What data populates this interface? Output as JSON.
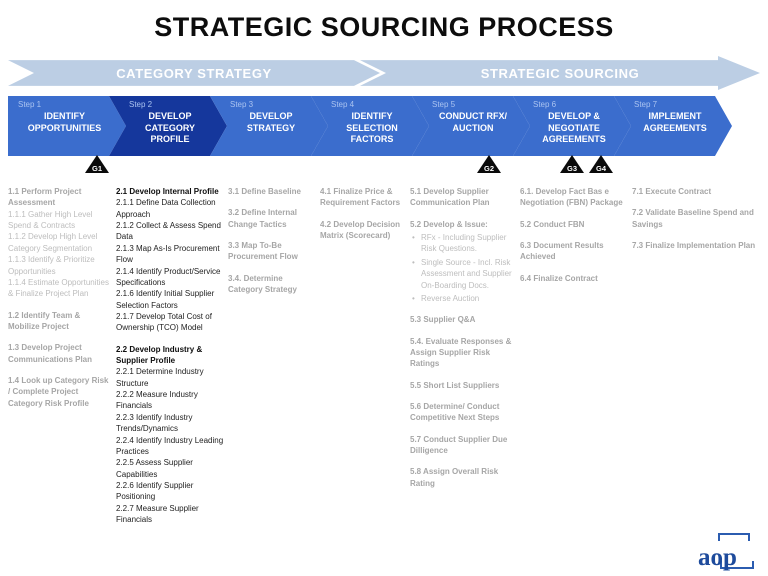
{
  "title": "STRATEGIC SOURCING PROCESS",
  "phases": [
    {
      "label": "CATEGORY STRATEGY"
    },
    {
      "label": "STRATEGIC SOURCING"
    }
  ],
  "steps": [
    {
      "step": "Step 1",
      "label": "IDENTIFY OPPORTUNITIES",
      "active": false
    },
    {
      "step": "Step 2",
      "label": "DEVELOP CATEGORY PROFILE",
      "active": true
    },
    {
      "step": "Step 3",
      "label": "DEVELOP STRATEGY",
      "active": false
    },
    {
      "step": "Step 4",
      "label": "IDENTIFY SELECTION FACTORS",
      "active": false
    },
    {
      "step": "Step 5",
      "label": "CONDUCT RFX/ AUCTION",
      "active": false
    },
    {
      "step": "Step 6",
      "label": "DEVELOP & NEGOTIATE AGREEMENTS",
      "active": false
    },
    {
      "step": "Step 7",
      "label": "IMPLEMENT AGREEMENTS",
      "active": false
    }
  ],
  "gates": [
    {
      "label": "G1"
    },
    {
      "label": "G2"
    },
    {
      "label": "G3"
    },
    {
      "label": "G4"
    }
  ],
  "columns": [
    {
      "dark": false,
      "items": [
        {
          "style": "head",
          "text": "1.1 Perform Project Assessment"
        },
        {
          "style": "sub",
          "text": "1.1.1 Gather High Level Spend & Contracts"
        },
        {
          "style": "sub",
          "text": "1.1.2 Develop High Level Category Segmentation"
        },
        {
          "style": "sub",
          "text": "1.1.3 Identify & Prioritize Opportunities"
        },
        {
          "style": "sub",
          "text": "1.1.4 Estimate Opportunities & Finalize Project Plan"
        },
        {
          "style": "head",
          "text": "1.2 Identify Team & Mobilize Project"
        },
        {
          "style": "head",
          "text": "1.3 Develop Project Communications Plan"
        },
        {
          "style": "head",
          "text": "1.4 Look up Category Risk / Complete Project Category Risk Profile"
        }
      ]
    },
    {
      "dark": true,
      "items": [
        {
          "style": "head",
          "text": "2.1 Develop Internal Profile"
        },
        {
          "style": "sub",
          "text": "2.1.1 Define Data Collection Approach"
        },
        {
          "style": "sub",
          "text": "2.1.2 Collect & Assess Spend Data"
        },
        {
          "style": "sub",
          "text": "2.1.3 Map As-Is Procurement Flow"
        },
        {
          "style": "sub",
          "text": "2.1.4 Identify Product/Service Specifications"
        },
        {
          "style": "sub",
          "text": "2.1.6 Identify Initial Supplier Selection Factors"
        },
        {
          "style": "sub",
          "text": "2.1.7 Develop Total Cost of Ownership (TCO) Model"
        },
        {
          "style": "head",
          "text": "2.2 Develop Industry & Supplier Profile"
        },
        {
          "style": "sub",
          "text": "2.2.1 Determine Industry Structure"
        },
        {
          "style": "sub",
          "text": "2.2.2 Measure Industry Financials"
        },
        {
          "style": "sub",
          "text": "2.2.3 Identify Industry Trends/Dynamics"
        },
        {
          "style": "sub",
          "text": "2.2.4 Identify Industry Leading Practices"
        },
        {
          "style": "sub",
          "text": "2.2.5 Assess Supplier Capabilities"
        },
        {
          "style": "sub",
          "text": "2.2.6 Identify Supplier Positioning"
        },
        {
          "style": "sub",
          "text": "2.2.7 Measure Supplier Financials"
        }
      ]
    },
    {
      "dark": false,
      "items": [
        {
          "style": "head",
          "text": "3.1 Define Baseline"
        },
        {
          "style": "head",
          "text": "3.2 Define Internal Change Tactics"
        },
        {
          "style": "head",
          "text": "3.3 Map To-Be Procurement Flow"
        },
        {
          "style": "head",
          "text": "3.4. Determine Category Strategy"
        }
      ]
    },
    {
      "dark": false,
      "items": [
        {
          "style": "head",
          "text": "4.1 Finalize Price & Requirement Factors"
        },
        {
          "style": "head",
          "text": "4.2 Develop Decision Matrix (Scorecard)"
        }
      ]
    },
    {
      "dark": false,
      "items": [
        {
          "style": "head",
          "text": "5.1 Develop Supplier Communication Plan"
        },
        {
          "style": "head",
          "text": "5.2 Develop & Issue:"
        },
        {
          "style": "bullet",
          "text": "RFx - Including Supplier Risk Questions."
        },
        {
          "style": "bullet",
          "text": "Single Source - Incl. Risk Assessment and Supplier On-Boarding Docs."
        },
        {
          "style": "bullet",
          "text": "Reverse Auction"
        },
        {
          "style": "head",
          "text": "5.3 Supplier Q&A"
        },
        {
          "style": "head",
          "text": "5.4. Evaluate Responses & Assign Supplier Risk Ratings"
        },
        {
          "style": "head",
          "text": "5.5 Short List Suppliers"
        },
        {
          "style": "head",
          "text": "5.6 Determine/ Conduct Competitive Next Steps"
        },
        {
          "style": "head",
          "text": "5.7 Conduct Supplier Due Dilligence"
        },
        {
          "style": "head",
          "text": "5.8 Assign Overall Risk Rating"
        }
      ]
    },
    {
      "dark": false,
      "items": [
        {
          "style": "head",
          "text": "6.1. Develop Fact Bas e Negotiation (FBN) Package"
        },
        {
          "style": "head",
          "text": "5.2 Conduct FBN"
        },
        {
          "style": "head",
          "text": "6.3 Document Results Achieved"
        },
        {
          "style": "head",
          "text": "6.4 Finalize Contract"
        }
      ]
    },
    {
      "dark": false,
      "items": [
        {
          "style": "head",
          "text": "7.1 Execute Contract"
        },
        {
          "style": "head",
          "text": "7.2 Validate Baseline Spend and Savings"
        },
        {
          "style": "head",
          "text": "7.3 Finalize Implementation Plan"
        }
      ]
    }
  ],
  "logo": {
    "text": "aop"
  },
  "colors": {
    "step_blue": "#3b6dcd",
    "step_active_blue": "#15379c",
    "phase_light_blue": "#bccee4",
    "gate_black": "#0a0a0a",
    "gray_text": "#b3b3b3",
    "logo_blue": "#1e4b9c"
  }
}
